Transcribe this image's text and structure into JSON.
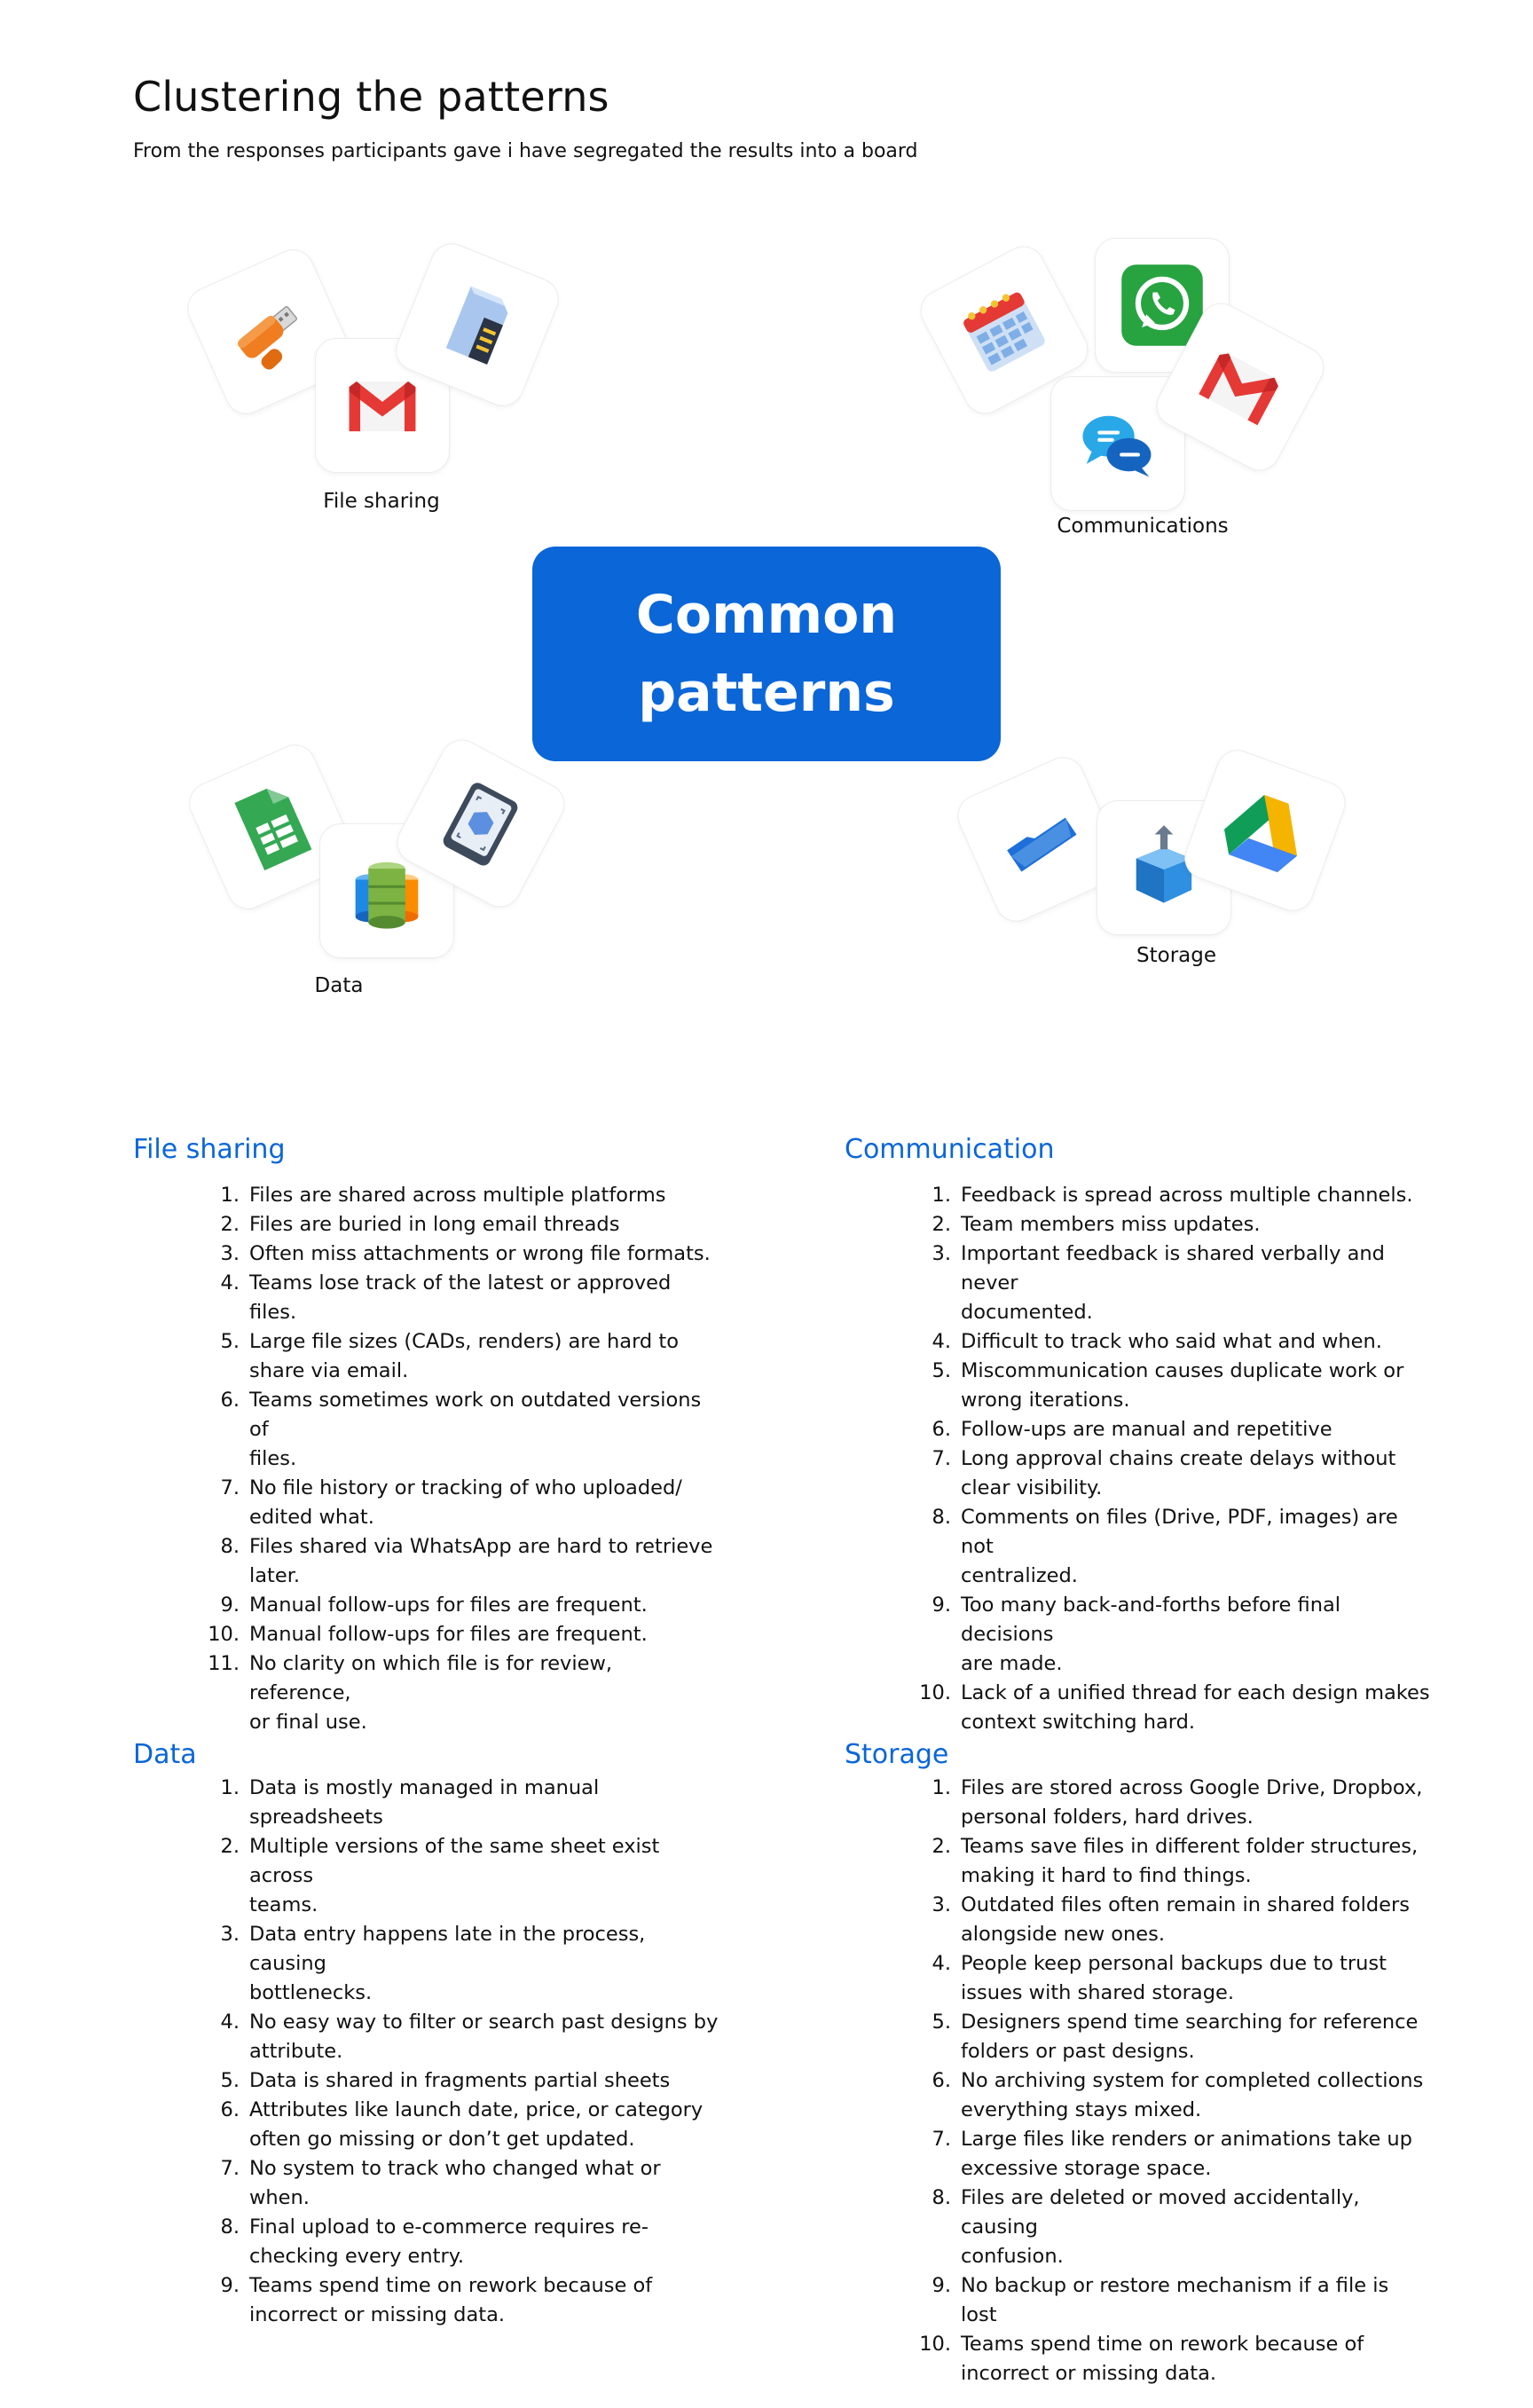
{
  "header": {
    "title": "Clustering the patterns",
    "subtitle": "From the responses  participants gave i have segregated the results into a board"
  },
  "center": {
    "label": "Common patterns"
  },
  "clusters": {
    "file_sharing": {
      "label": "File sharing",
      "icons": [
        "usb-drive-icon",
        "gmail-icon",
        "sd-card-icon"
      ]
    },
    "communications": {
      "label": "Communications",
      "icons": [
        "calendar-icon",
        "whatsapp-icon",
        "chat-bubbles-icon",
        "gmail-icon"
      ]
    },
    "data": {
      "label": "Data",
      "icons": [
        "spreadsheet-icon",
        "database-icon",
        "data-tablet-icon"
      ]
    },
    "storage": {
      "label": "Storage",
      "icons": [
        "folder-icon",
        "box-icon",
        "google-drive-icon"
      ]
    }
  },
  "sections": {
    "file_sharing": {
      "heading": "File sharing",
      "items": [
        {
          "n": "1.",
          "lines": [
            "Files are shared across multiple platforms"
          ]
        },
        {
          "n": "2.",
          "lines": [
            "Files are buried in long email threads"
          ]
        },
        {
          "n": "3.",
          "lines": [
            "Often miss attachments or wrong file formats."
          ]
        },
        {
          "n": "4.",
          "lines": [
            "Teams lose track of the latest or approved files."
          ]
        },
        {
          "n": "5.",
          "lines": [
            "Large file sizes (CADs, renders) are hard to",
            "share via email."
          ]
        },
        {
          "n": "6.",
          "lines": [
            "Teams sometimes work on outdated versions of",
            "files."
          ]
        },
        {
          "n": "7.",
          "lines": [
            "No file history or tracking of who uploaded/",
            "edited what."
          ]
        },
        {
          "n": "8.",
          "lines": [
            "Files shared via WhatsApp are hard to retrieve",
            "later."
          ]
        },
        {
          "n": "9.",
          "lines": [
            "Manual follow-ups for files are frequent."
          ]
        },
        {
          "n": "10.",
          "lines": [
            "Manual follow-ups for files are frequent."
          ]
        },
        {
          "n": "11.",
          "lines": [
            "No clarity on which file is for review, reference,",
            "or final use."
          ]
        }
      ]
    },
    "communication": {
      "heading": "Communication",
      "items": [
        {
          "n": "1.",
          "lines": [
            "Feedback is spread across multiple channels."
          ]
        },
        {
          "n": "2.",
          "lines": [
            "Team members miss updates."
          ]
        },
        {
          "n": "3.",
          "lines": [
            "Important feedback is shared verbally and never",
            "documented."
          ]
        },
        {
          "n": "4.",
          "lines": [
            "Difficult to track who said what and when."
          ]
        },
        {
          "n": "5.",
          "lines": [
            "Miscommunication causes duplicate work or",
            "wrong iterations."
          ]
        },
        {
          "n": "6.",
          "lines": [
            "Follow-ups are manual and repetitive"
          ]
        },
        {
          "n": "7.",
          "lines": [
            "Long approval chains create delays without",
            "clear visibility."
          ]
        },
        {
          "n": "8.",
          "lines": [
            "Comments on files (Drive, PDF, images) are not",
            "centralized."
          ]
        },
        {
          "n": "9.",
          "lines": [
            "Too many back-and-forths before final decisions",
            "are made."
          ]
        },
        {
          "n": "10.",
          "lines": [
            "Lack of a unified thread for each design makes",
            "context switching hard."
          ]
        }
      ]
    },
    "data": {
      "heading": "Data",
      "items": [
        {
          "n": "1.",
          "lines": [
            "Data is mostly managed in manual",
            "spreadsheets"
          ]
        },
        {
          "n": "2.",
          "lines": [
            "Multiple versions of the same sheet exist across",
            "teams."
          ]
        },
        {
          "n": "3.",
          "lines": [
            "Data entry happens late in the process, causing",
            "bottlenecks."
          ]
        },
        {
          "n": "4.",
          "lines": [
            "No easy way to filter or search past designs by",
            "attribute."
          ]
        },
        {
          "n": "5.",
          "lines": [
            "Data is shared in fragments partial sheets"
          ]
        },
        {
          "n": "6.",
          "lines": [
            "Attributes like launch date, price, or category",
            "often go missing or don’t get updated."
          ]
        },
        {
          "n": "7.",
          "lines": [
            "No system to track who changed what or when."
          ]
        },
        {
          "n": "8.",
          "lines": [
            "Final upload to e-commerce requires re-",
            "checking every entry."
          ]
        },
        {
          "n": "9.",
          "lines": [
            "Teams spend time on rework because of",
            "incorrect or missing data."
          ]
        }
      ]
    },
    "storage": {
      "heading": "Storage",
      "items": [
        {
          "n": "1.",
          "lines": [
            "Files are stored across Google Drive, Dropbox,",
            "personal folders, hard drives."
          ]
        },
        {
          "n": "2.",
          "lines": [
            "Teams save files in different folder structures,",
            "making it hard to find things."
          ]
        },
        {
          "n": "3.",
          "lines": [
            "Outdated files often remain in shared folders",
            "alongside new ones."
          ]
        },
        {
          "n": "4.",
          "lines": [
            "People keep personal backups due to trust",
            "issues with shared storage."
          ]
        },
        {
          "n": "5.",
          "lines": [
            "Designers spend time searching for reference",
            "folders or past designs."
          ]
        },
        {
          "n": "6.",
          "lines": [
            "No archiving system for completed collections",
            "everything stays mixed."
          ]
        },
        {
          "n": "7.",
          "lines": [
            "Large files like renders or animations take up",
            "excessive storage space."
          ]
        },
        {
          "n": "8.",
          "lines": [
            "Files are deleted or moved accidentally, causing",
            "confusion."
          ]
        },
        {
          "n": "9.",
          "lines": [
            "No backup or restore mechanism if a file is lost"
          ]
        },
        {
          "n": "10.",
          "lines": [
            "Teams spend time on rework because of",
            "incorrect or missing data."
          ]
        }
      ]
    }
  }
}
